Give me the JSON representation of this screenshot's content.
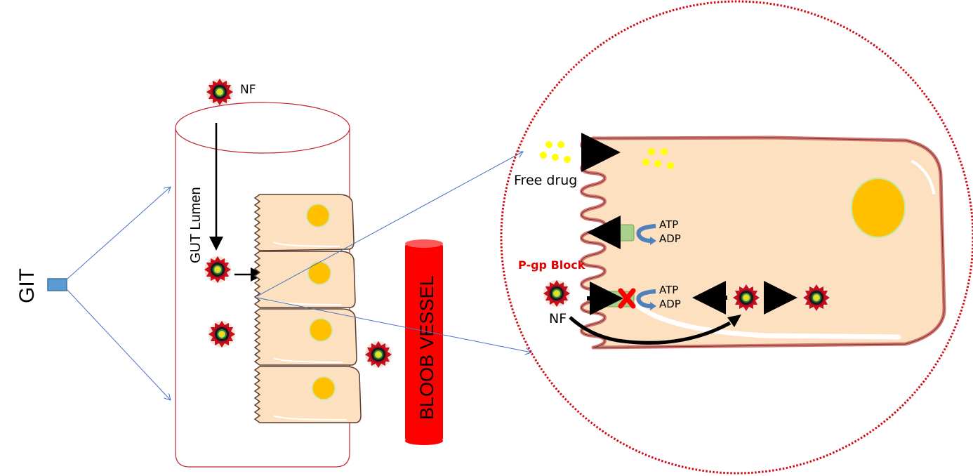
{
  "labels": {
    "git": "GIT",
    "nf_top": "NF",
    "gut_lumen": "GUT Lumen",
    "blood_vessel": "BLOOB VESSEL",
    "free_drug": "Free drug",
    "atp_1": "ATP",
    "adp_1": "ADP",
    "pgp_block": "P-gp Block",
    "atp_2": "ATP",
    "adp_2": "ADP",
    "nf_zoom": "NF"
  },
  "colors": {
    "cylinder_outline": "#c0262d",
    "cell_fill": "#fde0c0",
    "cell_outline": "#5a3e33",
    "nucleus": "#ffc000",
    "nucleus_ring": "#c8e6a8",
    "membrane": "#d9726d",
    "vessel": "#ff0000",
    "callout_lines": "#4a72c0",
    "git_box": "#5b9bd5",
    "dotted_circle": "#d10a14",
    "pgp_pump": "#a9d18e",
    "atp_arrow": "#4f81bd",
    "block_x": "#ff0000",
    "pgp_label": "#e00000",
    "drug_dots": "#ffff00"
  }
}
